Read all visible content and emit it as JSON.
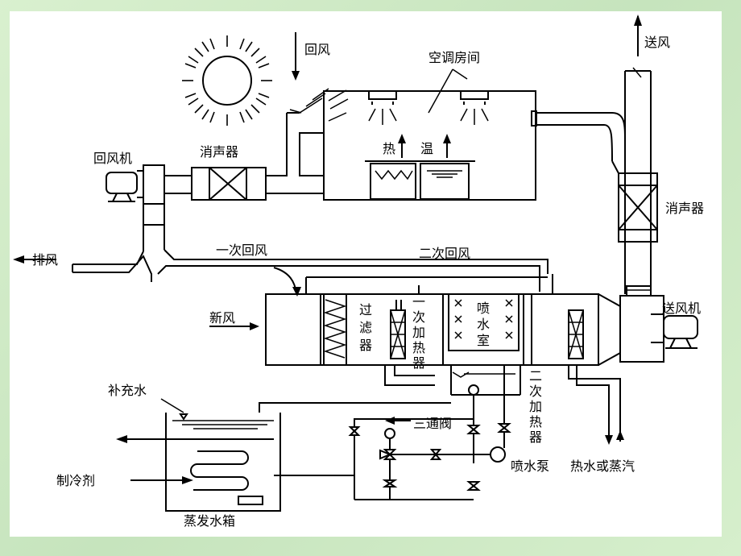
{
  "labels": {
    "return_air": "回风",
    "ac_room": "空调房间",
    "supply_air": "送风",
    "heat": "热",
    "temp": "温",
    "return_fan": "回风机",
    "silencer_left": "消声器",
    "silencer_right": "消声器",
    "exhaust": "排风",
    "primary_return": "一次回风",
    "secondary_return": "二次回风",
    "fresh_air": "新风",
    "filter": "过滤器",
    "primary_heater": "一次加热器",
    "spray_chamber": "喷水室",
    "supply_fan": "送风机",
    "secondary_heater": "二次加热器",
    "makeup_water": "补充水",
    "three_way_valve": "三通阀",
    "refrigerant": "制冷剂",
    "spray_pump": "喷水泵",
    "hot_water_steam": "热水或蒸汽",
    "evaporator_tank": "蒸发水箱"
  },
  "colors": {
    "background": "#cfe8c4",
    "paper": "#ffffff",
    "ink": "#000000"
  }
}
